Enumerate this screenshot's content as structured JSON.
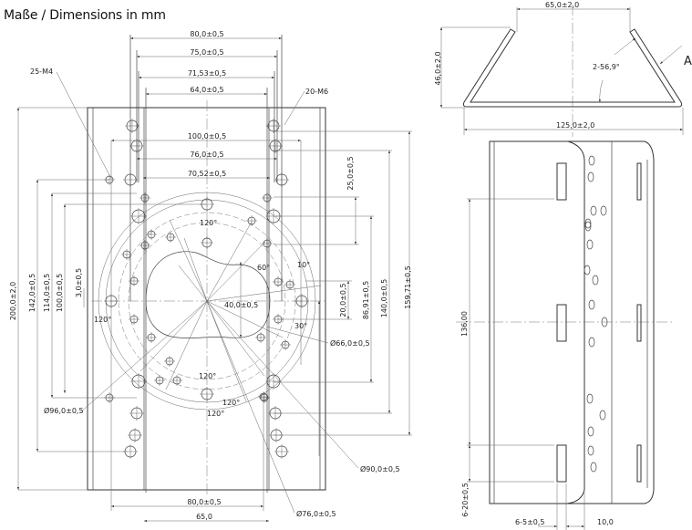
{
  "title": "Maße / Dimensions in mm",
  "front_view": {
    "top_dims": [
      "80,0±0,5",
      "75,0±0,5",
      "71,53±0,5",
      "64,0±0,5"
    ],
    "mid_dims": [
      "100,0±0,5",
      "76,0±0,5",
      "70,52±0,5"
    ],
    "left_dims": [
      "200,0±2,0",
      "142,0±0,5",
      "114,0±0,5",
      "100,0±0,5",
      "3,0±0,5"
    ],
    "right_dims": [
      "25,0±0,5",
      "20,0±0,5",
      "86,91±0,5",
      "140,0±0,5",
      "159,71±0,5"
    ],
    "thread_labels": [
      "25-M4",
      "20-M6"
    ],
    "angles": [
      "120°",
      "120°",
      "120°",
      "120°",
      "120°",
      "60°",
      "10°",
      "30°"
    ],
    "center_dim": "40,0±0,5",
    "diameters": [
      "Ø66,0±0,5",
      "Ø96,0±0,5",
      "Ø90,0±0,5",
      "Ø76,0±0,5"
    ],
    "bottom_dims": [
      "80,0±0,5",
      "65,0"
    ]
  },
  "top_view": {
    "top_dim": "65,0±2,0",
    "height_dim": "46,0±2,0",
    "angle": "2-56,9°",
    "view_label": "A",
    "width_dim": "125,0±2,0"
  },
  "side_view": {
    "height_dim": "136,00",
    "slot_dim": "6-20±0,5",
    "slot_width": "6-5±0,5",
    "offset": "10,0"
  }
}
